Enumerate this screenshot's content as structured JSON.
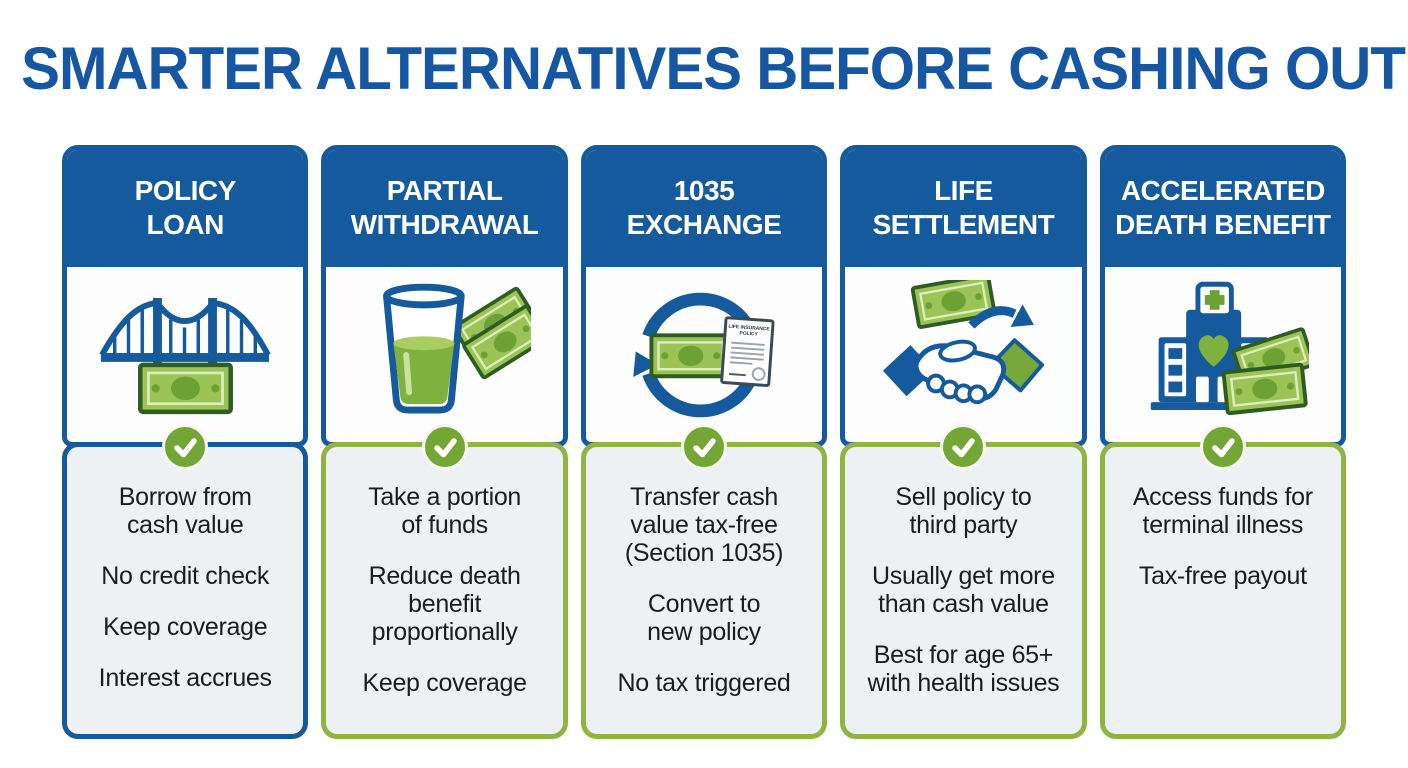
{
  "title": "SMARTER ALTERNATIVES BEFORE CASHING OUT",
  "colors": {
    "title_blue": "#1657a4",
    "header_blue": "#155a9c",
    "border_blue": "#155a9c",
    "border_green": "#8fb441",
    "check_green": "#74a636",
    "money_green": "#9cc355",
    "money_outline_green": "#2f5c22",
    "panel_background": "#eef1f4",
    "text_dark": "#1c1c1e"
  },
  "columns": [
    {
      "id": "policy-loan",
      "header_lines": [
        "POLICY",
        "LOAN"
      ],
      "icon": "bridge-money-icon",
      "check_icon": "checkmark-icon",
      "accent": "blue",
      "points": [
        "Borrow from\ncash value",
        "No credit check",
        "Keep coverage",
        "Interest accrues"
      ]
    },
    {
      "id": "partial-withdrawal",
      "header_lines": [
        "PARTIAL",
        "WITHDRAWAL"
      ],
      "icon": "glass-money-icon",
      "check_icon": "checkmark-icon",
      "accent": "green",
      "points": [
        "Take a portion\nof funds",
        "Reduce death\nbenefit\nproportionally",
        "Keep coverage"
      ]
    },
    {
      "id": "1035-exchange",
      "header_lines": [
        "1035",
        "EXCHANGE"
      ],
      "icon": "exchange-arrows-money-document-icon",
      "check_icon": "checkmark-icon",
      "accent": "green",
      "document_lines": [
        "LIFE INSURANCE",
        "POLICY"
      ],
      "points": [
        "Transfer cash\nvalue tax-free\n(Section 1035)",
        "Convert to\nnew policy",
        "No tax triggered"
      ]
    },
    {
      "id": "life-settlement",
      "header_lines": [
        "LIFE",
        "SETTLEMENT"
      ],
      "icon": "handshake-money-icon",
      "check_icon": "checkmark-icon",
      "accent": "green",
      "points": [
        "Sell policy to\nthird party",
        "Usually get more\nthan cash value",
        "Best for age 65+\nwith health issues"
      ]
    },
    {
      "id": "accelerated-death-benefit",
      "header_lines": [
        "ACCELERATED",
        "DEATH BENEFIT"
      ],
      "icon": "hospital-money-icon",
      "check_icon": "checkmark-icon",
      "accent": "green",
      "points": [
        "Access funds for\nterminal illness",
        "Tax-free payout"
      ]
    }
  ]
}
